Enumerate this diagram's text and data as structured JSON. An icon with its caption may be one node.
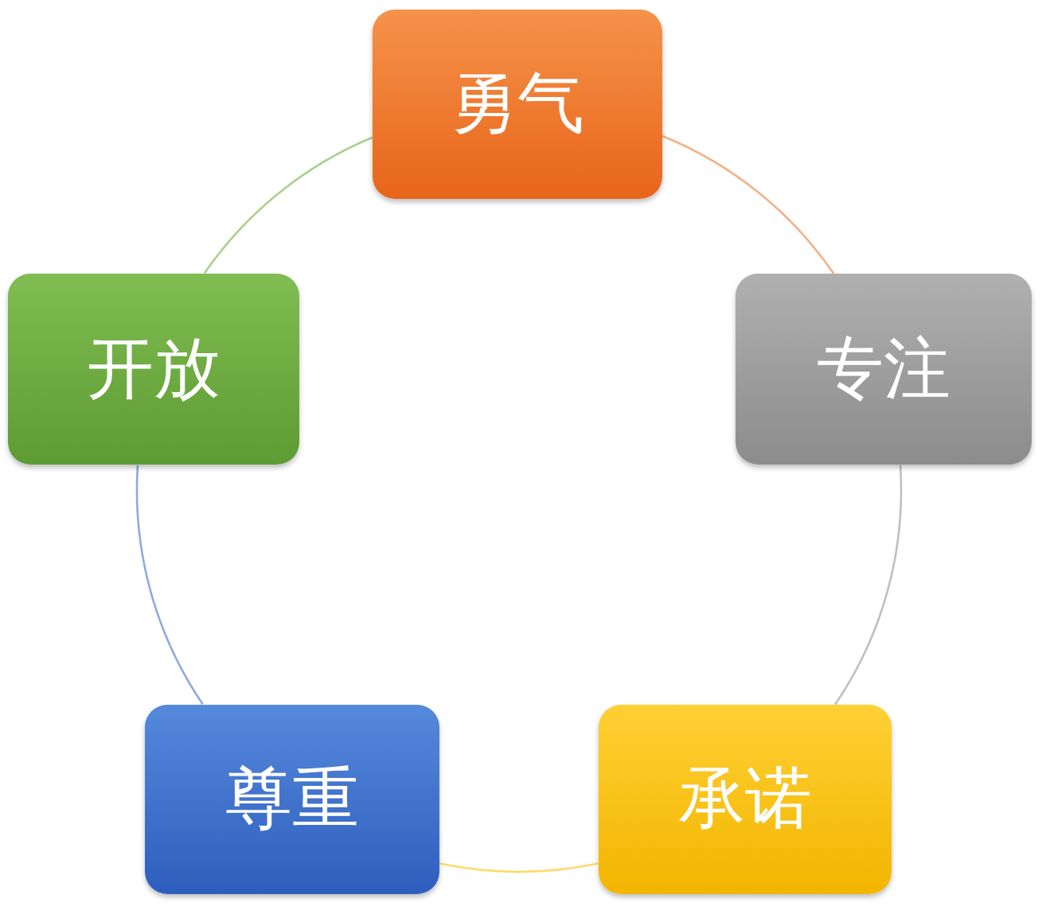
{
  "diagram": {
    "nodes": [
      {
        "text": [
          "勇气"
        ]
      },
      {
        "text": [
          "专注"
        ]
      },
      {
        "text": [
          "承诺"
        ]
      },
      {
        "text": [
          "尊重"
        ]
      },
      {
        "text": [
          "开放"
        ]
      }
    ],
    "edges": [
      {
        "from": 0,
        "to": 1,
        "arrow": "none",
        "color": "#f4b183"
      },
      {
        "from": 1,
        "to": 2,
        "arrow": "none",
        "color": "#bfbfbf"
      },
      {
        "from": 2,
        "to": 3,
        "arrow": "none",
        "color": "#ffd966"
      },
      {
        "from": 3,
        "to": 4,
        "arrow": "none",
        "color": "#8faadc"
      },
      {
        "from": 4,
        "to": 0,
        "arrow": "none",
        "color": "#a9d18e"
      }
    ]
  }
}
